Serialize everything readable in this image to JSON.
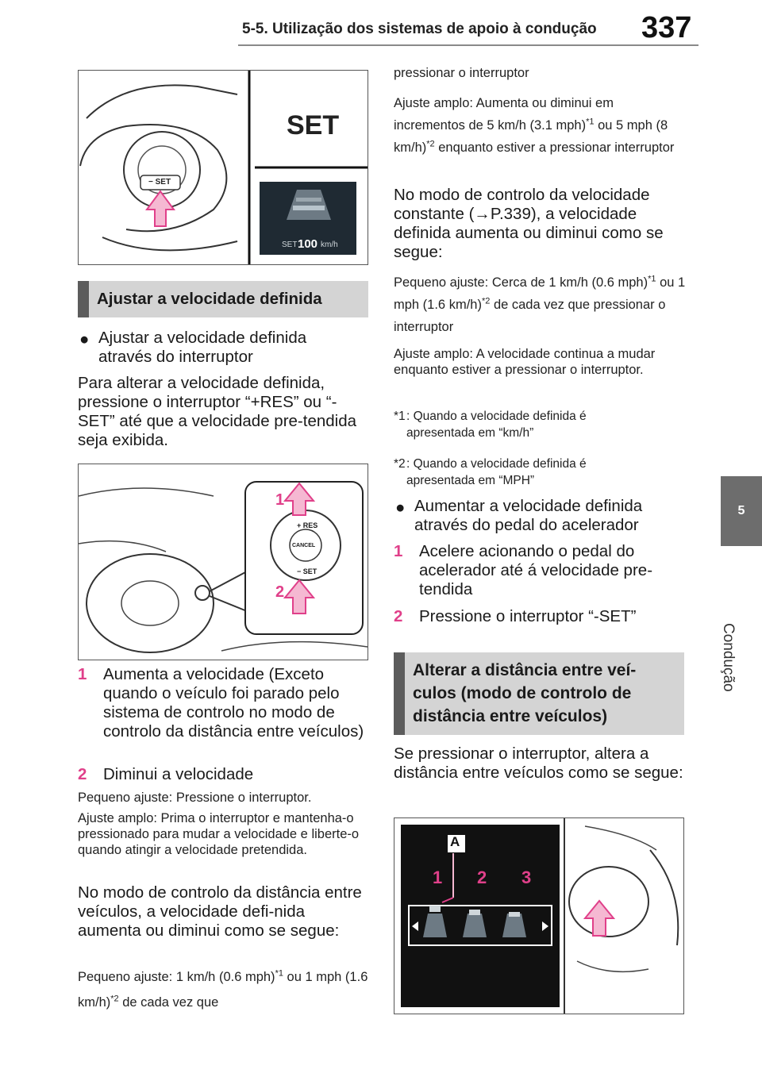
{
  "header": {
    "section_title": "5-5. Utilização dos sistemas de apoio à condução",
    "page_number": "337"
  },
  "side_tab": {
    "number": "5",
    "label": "Condução"
  },
  "fig1": {
    "set_big": "SET",
    "switch_label": "− SET",
    "speed_prefix": "SET",
    "speed_value": "100",
    "speed_unit": "km/h"
  },
  "sec1": {
    "title": "Ajustar a velocidade definida"
  },
  "left": {
    "bullet1": "Ajustar a velocidade definida através do interruptor",
    "intro": "Para alterar a velocidade definida, pressione o interruptor “+RES” ou “-SET” até que a velocidade pre-tendida seja exibida.",
    "fig2": {
      "res": "+ RES",
      "cancel": "CANCEL",
      "set": "− SET",
      "n1": "1",
      "n2": "2"
    },
    "item1_num": "1",
    "item1_text": "Aumenta a velocidade (Exceto quando o veículo foi parado pelo sistema de controlo no modo de controlo da distância entre veículos)",
    "item2_num": "2",
    "item2_text": "Diminui a velocidade",
    "small1": "Pequeno ajuste: Pressione o interruptor.",
    "small2": "Ajuste amplo: Prima o interruptor e mantenha-o pressionado para mudar a velocidade e liberte-o quando atingir a velocidade pretendida.",
    "para2": "No modo de controlo da distância entre veículos, a velocidade defi-nida aumenta ou diminui como se segue:",
    "small3_a": "Pequeno ajuste: 1 km/h (0.6 mph)",
    "small3_sup1": "*1",
    "small3_b": " ou 1 mph (1.6 km/h)",
    "small3_sup2": "*2",
    "small3_c": " de cada vez que"
  },
  "right": {
    "cont1": "pressionar o interruptor",
    "wide1_a": "Ajuste amplo: Aumenta ou diminui em incrementos de 5 km/h (3.1 mph)",
    "wide1_sup1": "*1",
    "wide1_b": " ou 5 mph (8 km/h)",
    "wide1_sup2": "*2",
    "wide1_c": " enquanto estiver a pressionar interruptor",
    "para3": "No modo de controlo da velocidade constante (→P.339), a velocidade definida aumenta ou diminui como se segue:",
    "small4_a": "Pequeno ajuste: Cerca de 1 km/h (0.6 mph)",
    "small4_sup1": "*1",
    "small4_b": " ou 1 mph (1.6 km/h)",
    "small4_sup2": "*2",
    "small4_c": " de cada vez que pressionar o interruptor",
    "small5": "Ajuste amplo: A velocidade continua a mudar enquanto estiver a pressionar o interruptor.",
    "fn1_mark": "*1",
    "fn1_text": ": Quando a velocidade definida é apresentada em “km/h”",
    "fn2_mark": "*2",
    "fn2_text": ": Quando a velocidade definida é apresentada em “MPH”",
    "bullet2": "Aumentar a velocidade definida através do pedal do acelerador",
    "step1_num": "1",
    "step1_text": "Acelere acionando o pedal do acelerador até á velocidade pre-tendida",
    "step2_num": "2",
    "step2_text": "Pressione o interruptor “-SET”",
    "sec2_title": "Alterar a distância entre veí-culos (modo de controlo de distância entre veículos)",
    "para4": "Se pressionar o interruptor, altera a distância entre veículos como se segue:",
    "fig3": {
      "label_a": "A",
      "n1": "1",
      "n2": "2",
      "n3": "3"
    }
  },
  "colors": {
    "accent_pink": "#e0408a",
    "tab_gray": "#6d6d6d",
    "section_bg": "#d4d4d4"
  }
}
